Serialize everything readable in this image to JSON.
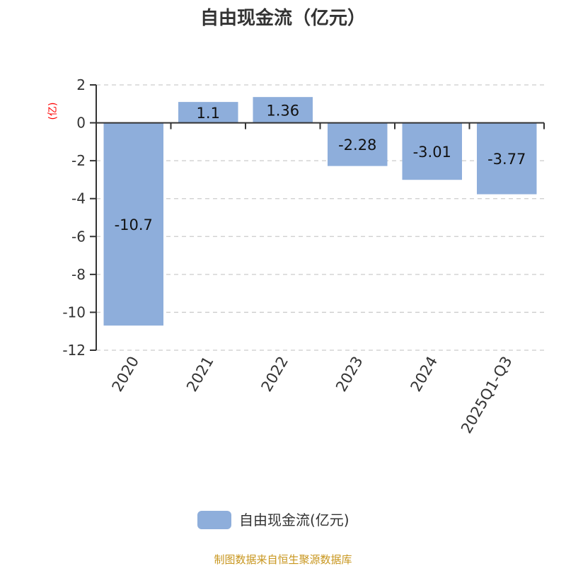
{
  "chart_data": {
    "type": "bar",
    "title": "自由现金流（亿元）",
    "ylabel": "(亿)",
    "xlabel": "",
    "categories": [
      "2020",
      "2021",
      "2022",
      "2023",
      "2024",
      "2025Q1-Q3"
    ],
    "series": [
      {
        "name": "自由现金流(亿元)",
        "values": [
          -10.7,
          1.1,
          1.36,
          -2.28,
          -3.01,
          -3.77
        ],
        "color": "#8eaedb"
      }
    ],
    "data_labels": [
      "-10.7",
      "1.1",
      "1.36",
      "-2.28",
      "-3.01",
      "-3.77"
    ],
    "ylim": [
      -12,
      2
    ],
    "yticks": [
      2,
      0,
      -2,
      -4,
      -6,
      -8,
      -10,
      -12
    ],
    "grid": true,
    "legend": "bottom-center"
  },
  "footer": "制图数据来自恒生聚源数据库",
  "colors": {
    "axis": "#333333",
    "grid": "#cccccc",
    "ylabel": "#ff0000",
    "footer": "#c8961e"
  }
}
